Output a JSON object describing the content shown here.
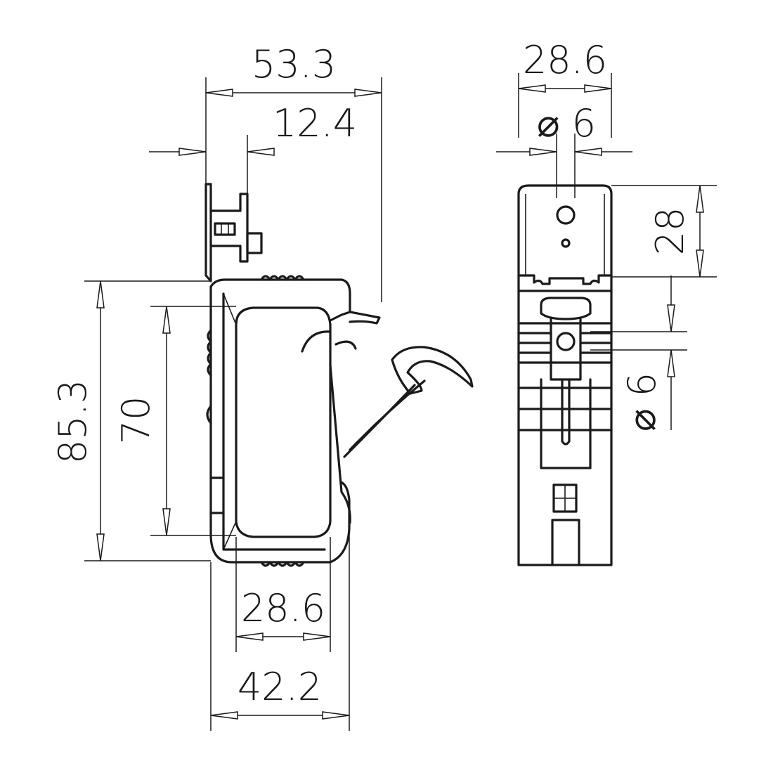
{
  "dimensions": {
    "overall_width": "53.3",
    "offset_width": "12.4",
    "overall_height": "85.3",
    "inner_height": "70",
    "inner_width": "28.6",
    "base_width": "42.2",
    "side_width": "28.6",
    "side_hole_top_label": "⌀ 6",
    "side_top_height": "28",
    "side_hole_label": "⌀ 6"
  }
}
